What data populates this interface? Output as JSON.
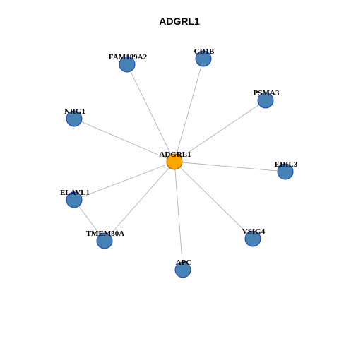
{
  "graph": {
    "title": "ADGRL1",
    "hub": {
      "label": "ADGRL1",
      "fill": "#FFA500",
      "stroke": "#8B5A00"
    },
    "neighbor_style": {
      "fill": "#4682B4",
      "stroke": "#1F3FBF"
    },
    "edge_color": "#b3b3b3",
    "neighbors": [
      {
        "label": "FAM189A2"
      },
      {
        "label": "CD1B"
      },
      {
        "label": "PSMA3"
      },
      {
        "label": "NRG1"
      },
      {
        "label": "EDIL3"
      },
      {
        "label": "ELAVL1"
      },
      {
        "label": "TMEM30A"
      },
      {
        "label": "VSIG4"
      },
      {
        "label": "APC"
      }
    ],
    "edges": [
      [
        "ADGRL1",
        "FAM189A2"
      ],
      [
        "ADGRL1",
        "CD1B"
      ],
      [
        "ADGRL1",
        "PSMA3"
      ],
      [
        "ADGRL1",
        "NRG1"
      ],
      [
        "ADGRL1",
        "EDIL3"
      ],
      [
        "ADGRL1",
        "ELAVL1"
      ],
      [
        "ADGRL1",
        "TMEM30A"
      ],
      [
        "ADGRL1",
        "VSIG4"
      ],
      [
        "ADGRL1",
        "APC"
      ],
      [
        "ELAVL1",
        "TMEM30A"
      ]
    ]
  }
}
